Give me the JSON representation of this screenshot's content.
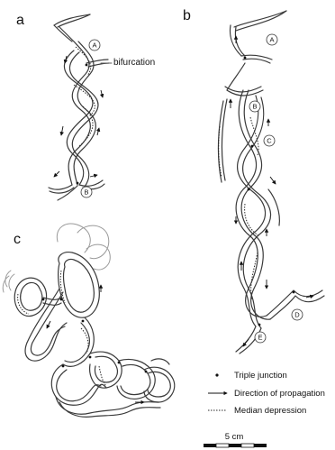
{
  "panels": {
    "a": {
      "label": "a",
      "annotation": "bifurcation",
      "markers": [
        "A",
        "B"
      ]
    },
    "b": {
      "label": "b",
      "markers": [
        "A",
        "B",
        "C",
        "D",
        "E"
      ]
    },
    "c": {
      "label": "c"
    }
  },
  "legend": {
    "triple_junction": "Triple junction",
    "direction": "Direction of propagation",
    "median": "Median depression"
  },
  "scale_bar": {
    "label": "5 cm"
  }
}
